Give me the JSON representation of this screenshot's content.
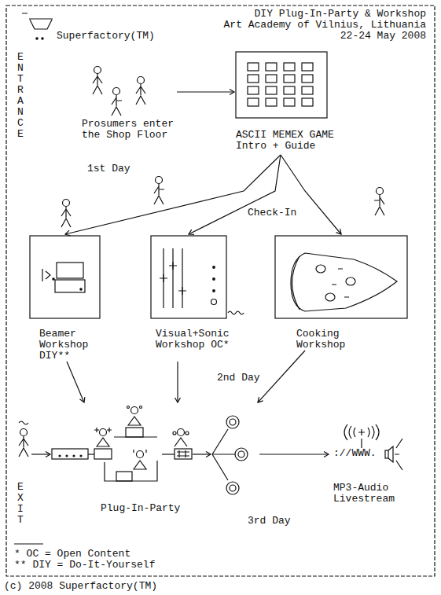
{
  "diagram": {
    "title": "DIY Plug-In-Party & Workshop",
    "nodes": [
      {
        "text": [
          "Prosumers enter the Shop Floor"
        ]
      },
      {
        "text": [
          "ASCII MEMEX GAME Intro + Guide"
        ]
      },
      {
        "text": [
          "Beamer Workshop DIY**"
        ]
      },
      {
        "text": [
          "Visual+Sonic Workshop OC*"
        ]
      },
      {
        "text": [
          "Cooking Workshop"
        ]
      },
      {
        "text": [
          "Plug-In-Party"
        ]
      },
      {
        "text": [
          "://WWW.",
          "MP3-Audio Livestream"
        ]
      }
    ],
    "edges": [
      {
        "from": 0,
        "to": 1,
        "arrow": "to"
      },
      {
        "from": 1,
        "to": 2,
        "arrow": "to"
      },
      {
        "from": 1,
        "to": 3,
        "arrow": "to"
      },
      {
        "from": 1,
        "to": 4,
        "arrow": "to"
      },
      {
        "from": 2,
        "to": 5,
        "arrow": "to"
      },
      {
        "from": 3,
        "to": 5,
        "arrow": "to"
      },
      {
        "from": 4,
        "to": 5,
        "arrow": "to"
      },
      {
        "from": 5,
        "to": 6,
        "arrow": "to"
      }
    ],
    "labels": [
      "Superfactory(TM)",
      "Art Academy of Vilnius, Lithuania",
      "22-24 May 2008",
      "ENTRANCE",
      "1st Day",
      "Check-In",
      "2nd Day",
      "EXIT",
      "3rd Day",
      "* OC = Open Content",
      "** DIY = Do-It-Yourself",
      "(c) 2008 Superfactory(TM)"
    ]
  }
}
